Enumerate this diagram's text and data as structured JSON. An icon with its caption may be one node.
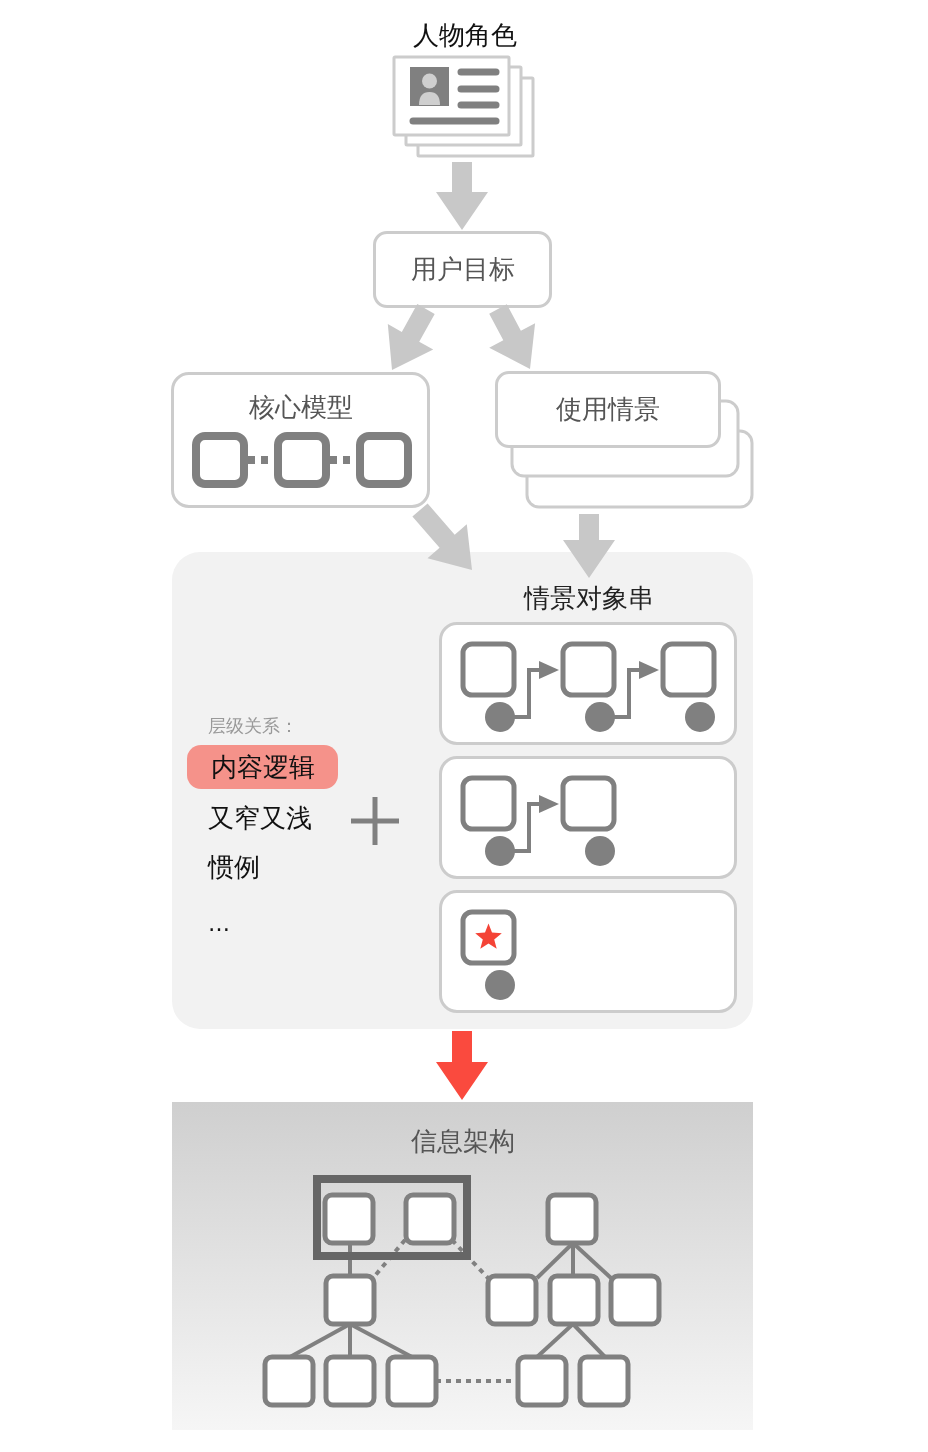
{
  "diagram": {
    "nodes": [
      {
        "text": [
          "人物角色"
        ]
      },
      {
        "text": [
          "用户目标"
        ]
      },
      {
        "text": [
          "核心模型"
        ]
      },
      {
        "text": [
          "使用情景"
        ]
      },
      {
        "text": [],
        "shape": "box"
      },
      {
        "text": [
          "情景对象串"
        ],
        "in": 4
      },
      {
        "text": [],
        "shape": "box",
        "in": 4
      },
      {
        "text": [],
        "shape": "box",
        "in": 4
      },
      {
        "text": [],
        "shape": "box",
        "in": 4
      },
      {
        "text": [
          "内容逻辑"
        ],
        "in": 4
      },
      {
        "text": [
          "信息架构"
        ]
      }
    ],
    "edges": [
      {
        "from": 0,
        "to": 1,
        "arrow": "to"
      },
      {
        "from": 1,
        "to": 2,
        "arrow": "to"
      },
      {
        "from": 1,
        "to": 3,
        "arrow": "to"
      },
      {
        "from": 2,
        "to": 4,
        "arrow": "to"
      },
      {
        "from": 3,
        "to": 5,
        "arrow": "to"
      },
      {
        "from": 4,
        "to": 10,
        "arrow": "to",
        "color": "#fa4a3e"
      }
    ],
    "labels": [
      "层级关系：",
      "又窄又浅",
      "惯例",
      "…"
    ]
  }
}
